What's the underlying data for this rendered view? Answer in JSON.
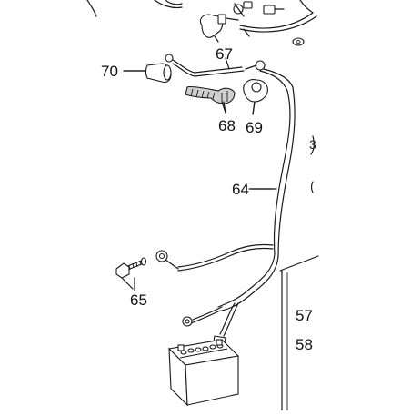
{
  "parts": [
    {
      "id": "p57",
      "label": "57"
    },
    {
      "id": "p58",
      "label": "58"
    },
    {
      "id": "p64",
      "label": "64"
    },
    {
      "id": "p65",
      "label": "65"
    },
    {
      "id": "p67",
      "label": "67"
    },
    {
      "id": "p68",
      "label": "68"
    },
    {
      "id": "p69",
      "label": "69"
    },
    {
      "id": "p70",
      "label": "70"
    }
  ],
  "edge_fragments": [
    "3"
  ]
}
